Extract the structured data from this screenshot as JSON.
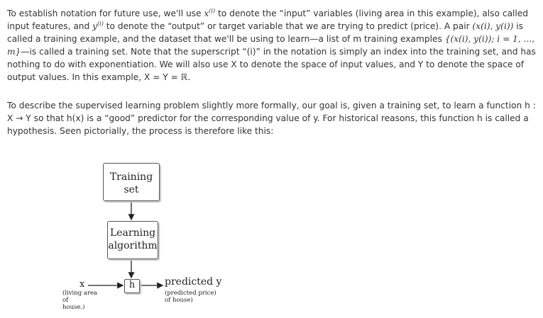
{
  "paragraph1": {
    "s1": "To establish notation for future use, we'll use ",
    "x": "x",
    "i": "(i)",
    "s2": " to denote the “input” variables (living area in this example), also called input features, and ",
    "y": "y",
    "s3": " to denote the “output” or target variable that we are trying to predict (price). A pair ",
    "pair": "(x(i), y(i))",
    "s4": " is called a training example, and the dataset that we'll be using to learn—a list of m training examples ",
    "list": "{(x(i), y(i)); i = 1, ..., m}",
    "s5": "—is called a training set. Note that the superscript “(i)” in the notation is simply an index into the training set, and has nothing to do with exponentiation. We will also use X to denote the space of input values, and Y to denote the space of output values. In this example, X = Y = ℝ."
  },
  "paragraph2": "To describe the supervised learning problem slightly more formally, our goal is, given a training set, to learn a function h : X → Y so that h(x) is a “good” predictor for the corresponding value of y. For historical reasons, this function h is called a hypothesis. Seen pictorially, the process is therefore like this:",
  "diagram": {
    "training_line1": "Training",
    "training_line2": "set",
    "learning_line1": "Learning",
    "learning_line2": "algorithm",
    "h": "h",
    "x": "x",
    "x_note_1": "(living area of",
    "x_note_2": "house.)",
    "y": "predicted y",
    "y_note_1": "(predicted price)",
    "y_note_2": "of house)"
  }
}
